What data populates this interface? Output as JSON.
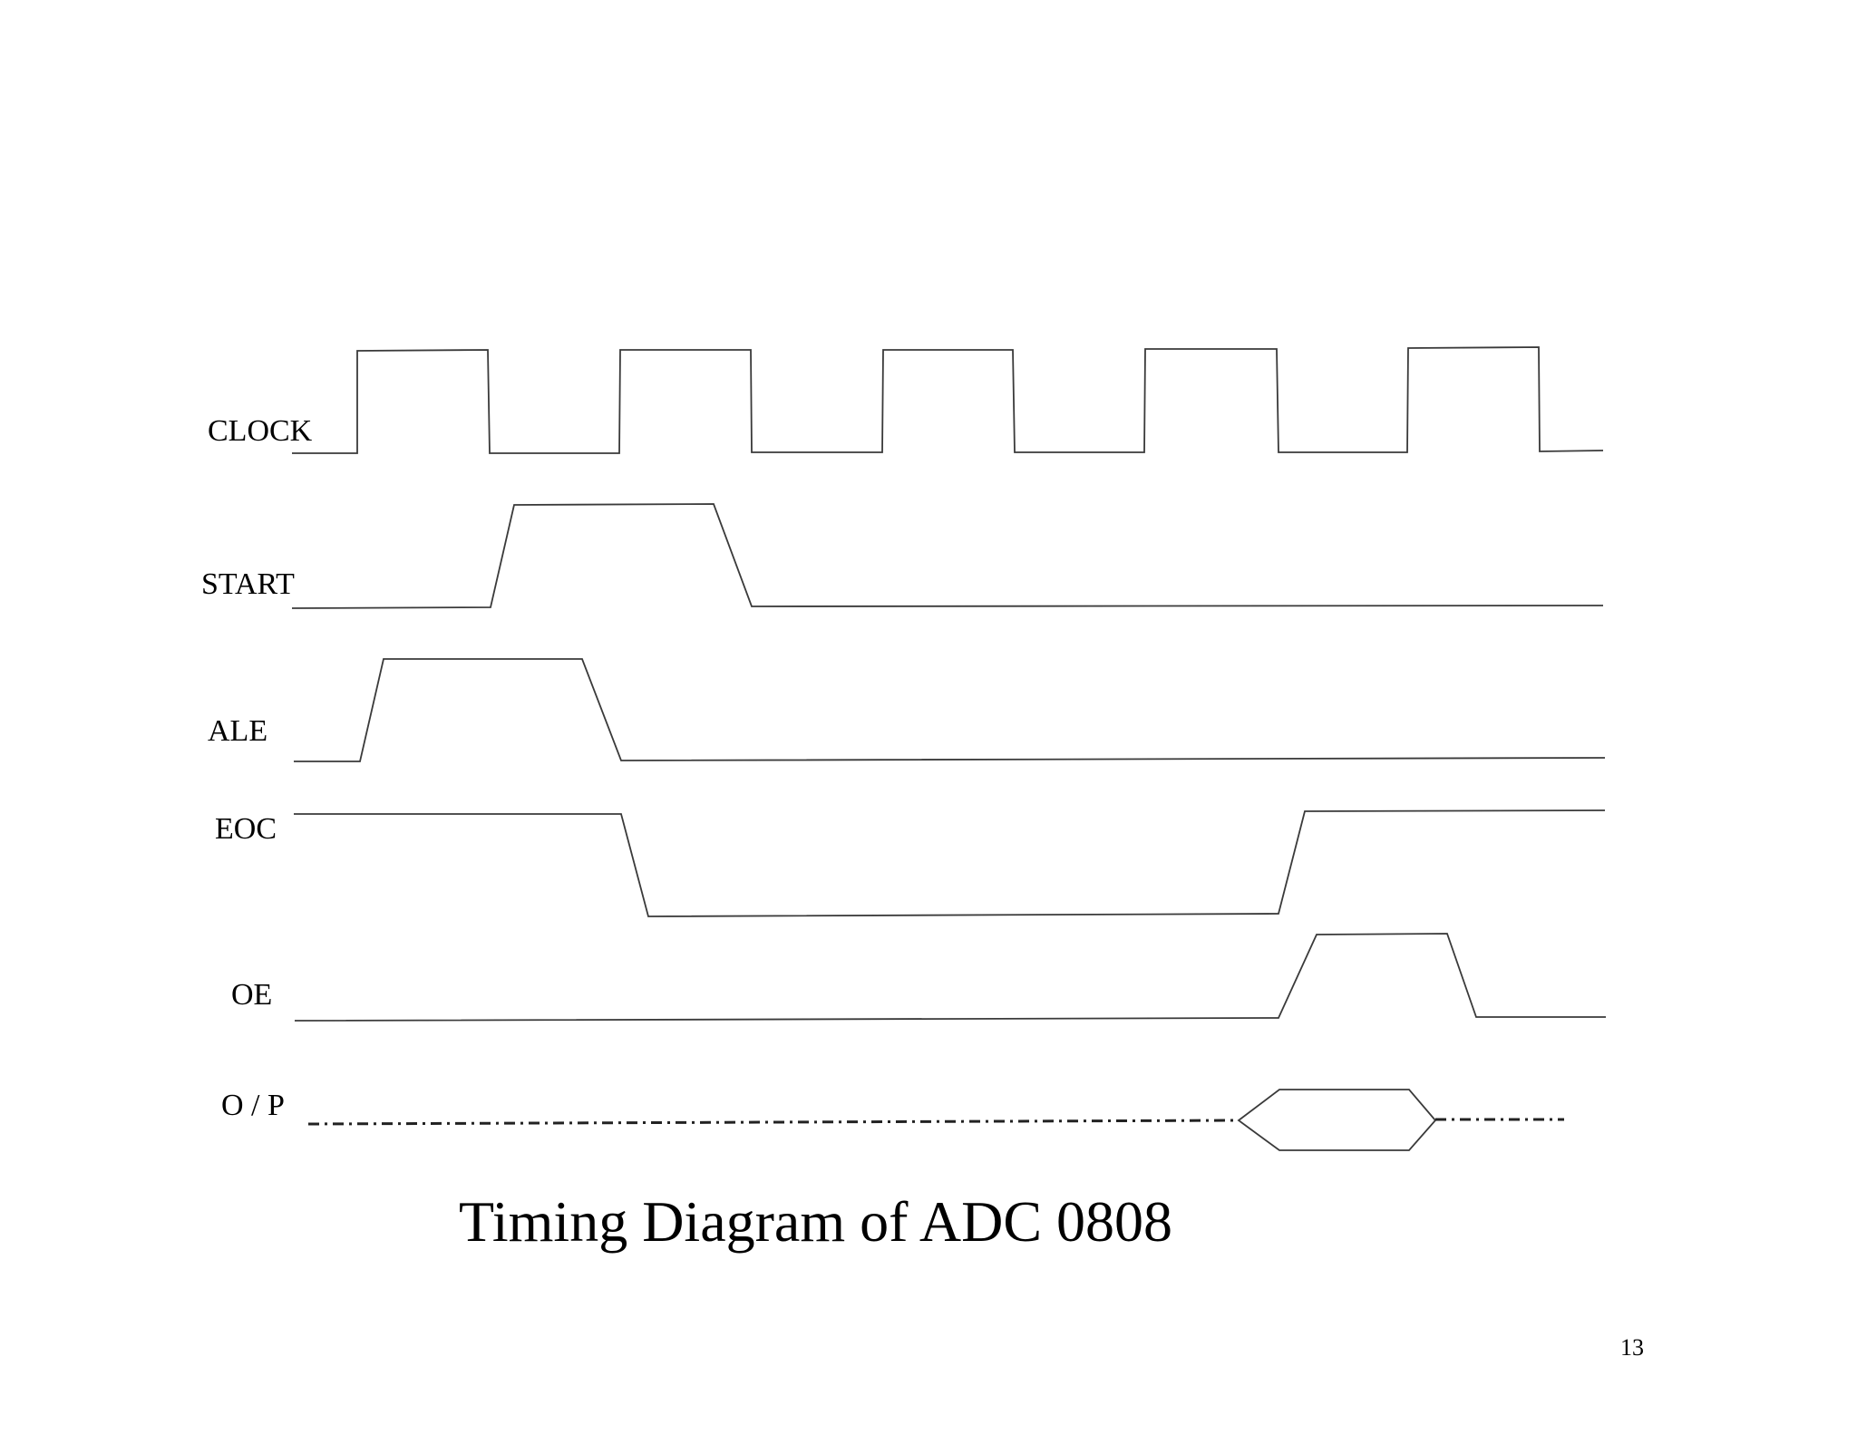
{
  "signals": {
    "clock": "CLOCK",
    "start": "START",
    "ale": "ALE",
    "eoc": "EOC",
    "oe": "OE",
    "op": "O / P"
  },
  "title": "Timing Diagram of ADC 0808",
  "page_number": "13"
}
